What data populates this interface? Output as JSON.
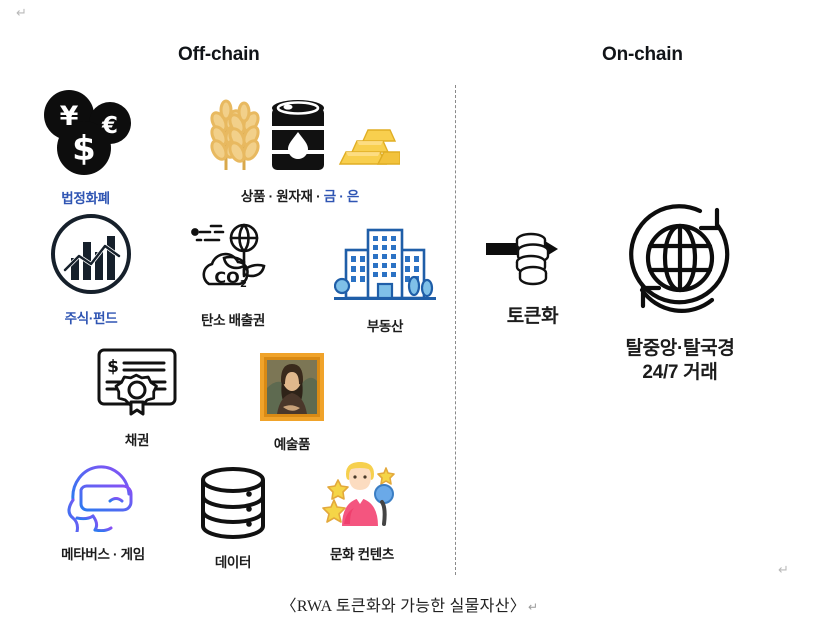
{
  "document": {
    "caption": "〈RWA 토큰화와 가능한 실물자산〉",
    "paragraph_mark": "↵"
  },
  "columns": {
    "offchain_title": "Off-chain",
    "onchain_title": "On-chain"
  },
  "colors": {
    "accent_blue": "#2f55b3",
    "text_black": "#1c1c1c",
    "divider_gray": "#8a8a8a",
    "building_blue": "#2b72c4",
    "gold": "#f5c242",
    "wheat": "#f2d08a",
    "culture_pink": "#f4557f"
  },
  "offchain": {
    "items": [
      {
        "key": "fiat",
        "icon": "coins-currency-icon",
        "label": "법정화폐",
        "label_color": "blue"
      },
      {
        "key": "commodity",
        "icon": "commodities-icon",
        "label_black": "상품 · 원자재 · ",
        "label_blue": "금 · 은"
      },
      {
        "key": "equity",
        "icon": "stock-chart-icon",
        "label": "주식·펀드",
        "label_color": "blue"
      },
      {
        "key": "carbon",
        "icon": "carbon-credit-icon",
        "label": "탄소 배출권",
        "label_color": "black"
      },
      {
        "key": "realestate",
        "icon": "building-icon",
        "label": "부동산",
        "label_color": "black"
      },
      {
        "key": "bond",
        "icon": "certificate-icon",
        "label": "채권",
        "label_color": "black"
      },
      {
        "key": "art",
        "icon": "framed-painting-icon",
        "label": "예술품",
        "label_color": "black"
      },
      {
        "key": "metaverse",
        "icon": "vr-headset-icon",
        "label": "메타버스 · 게임",
        "label_color": "black"
      },
      {
        "key": "data",
        "icon": "database-icon",
        "label": "데이터",
        "label_color": "black"
      },
      {
        "key": "culture",
        "icon": "entertainer-icon",
        "label": "문화 컨텐츠",
        "label_color": "black"
      }
    ]
  },
  "onchain": {
    "arrow": "arrow-right-icon",
    "tokenization": {
      "icon": "coin-stack-icon",
      "label": "토큰화"
    },
    "result": {
      "icon": "global-cycle-icon",
      "label_line1": "탈중앙·탈국경",
      "label_line2": "24/7 거래"
    }
  }
}
